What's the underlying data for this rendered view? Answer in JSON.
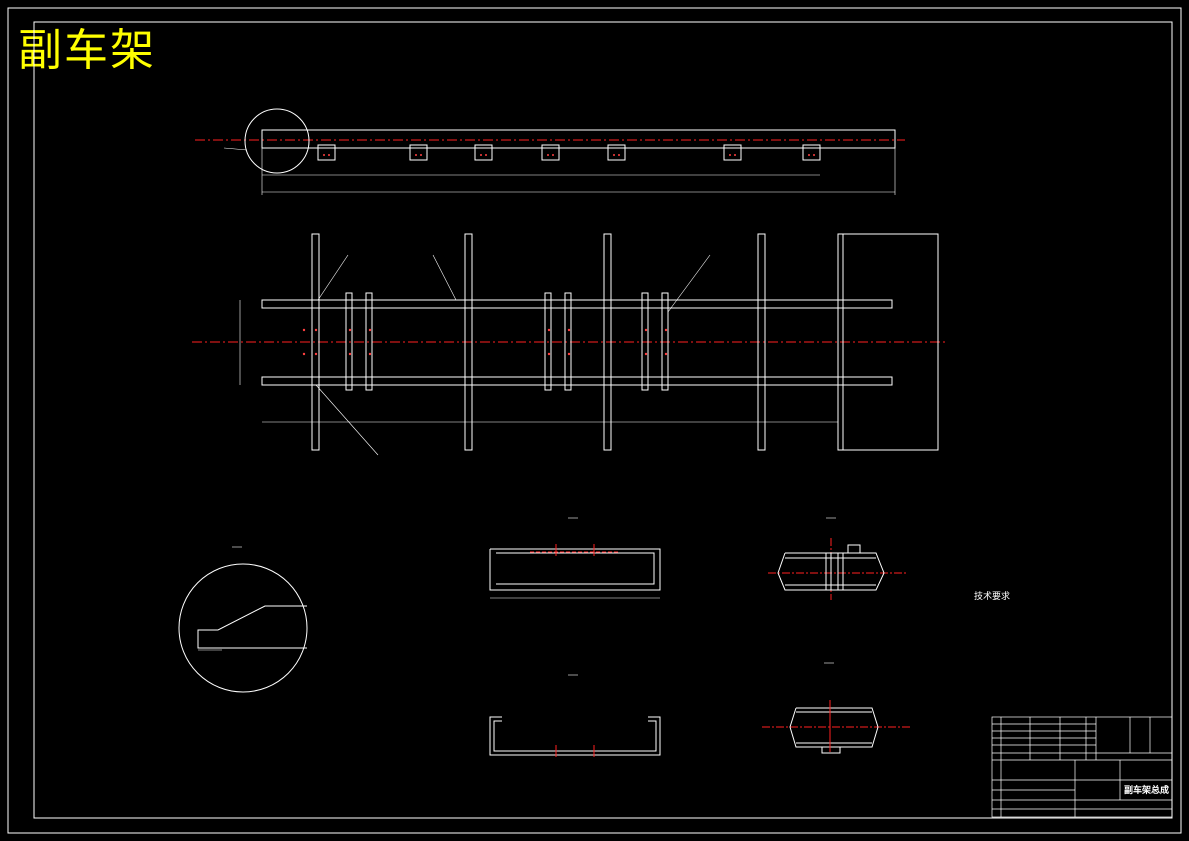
{
  "title": "副车架",
  "technical_notes": {
    "heading": "技术要求"
  },
  "title_block": {
    "drawing_name": "副车架总成"
  }
}
